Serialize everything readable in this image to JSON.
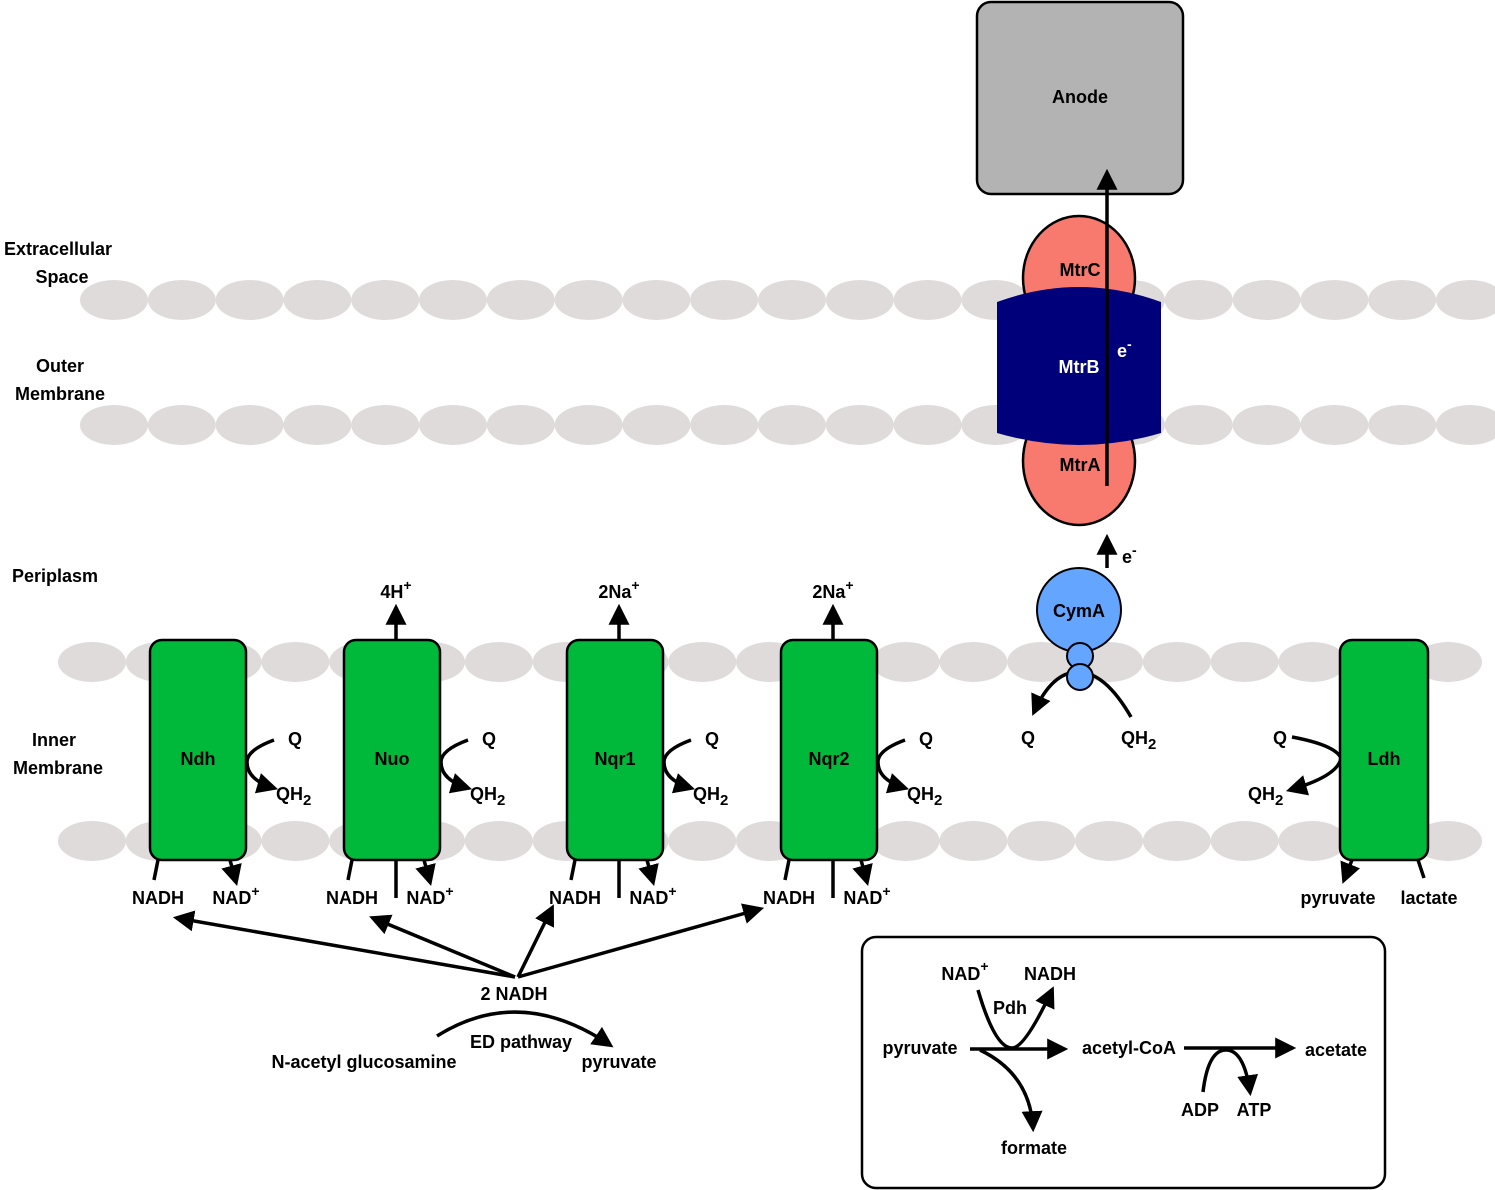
{
  "regions": {
    "extracellular_line1": "Extracellular",
    "extracellular_line2": "Space",
    "outer_line1": "Outer",
    "outer_line2": "Membrane",
    "periplasm": "Periplasm",
    "inner_line1": "Inner",
    "inner_line2": "Membrane"
  },
  "anode": "Anode",
  "mtr": {
    "c": "MtrC",
    "b": "MtrB",
    "a": "MtrA",
    "electron": "e",
    "electron_sup": "-"
  },
  "cyma": {
    "label": "CymA",
    "electron": "e",
    "electron_sup": "-",
    "q": "Q",
    "qh2": "QH",
    "qh2_sub": "2"
  },
  "complexes": [
    {
      "label": "Ndh",
      "q": "Q",
      "qh2": "QH",
      "sub": "2",
      "nadh": "NADH",
      "nad": "NAD",
      "nad_sup": "+"
    },
    {
      "label": "Nuo",
      "q": "Q",
      "qh2": "QH",
      "sub": "2",
      "nadh": "NADH",
      "nad": "NAD",
      "nad_sup": "+",
      "ion": "4H",
      "ion_sup": "+"
    },
    {
      "label": "Nqr1",
      "q": "Q",
      "qh2": "QH",
      "sub": "2",
      "nadh": "NADH",
      "nad": "NAD",
      "nad_sup": "+",
      "ion": "2Na",
      "ion_sup": "+"
    },
    {
      "label": "Nqr2",
      "q": "Q",
      "qh2": "QH",
      "sub": "2",
      "nadh": "NADH",
      "nad": "NAD",
      "nad_sup": "+",
      "ion": "2Na",
      "ion_sup": "+"
    }
  ],
  "ldh": {
    "label": "Ldh",
    "q": "Q",
    "qh2": "QH",
    "sub": "2",
    "pyruvate": "pyruvate",
    "lactate": "lactate"
  },
  "metabolism": {
    "nadh2": "2 NADH",
    "pathway": "ED pathway",
    "substrate": "N-acetyl glucosamine",
    "product": "pyruvate"
  },
  "inset": {
    "nad": "NAD",
    "nad_sup": "+",
    "nadh": "NADH",
    "pdh": "Pdh",
    "pyruvate": "pyruvate",
    "acetyl_coa": "acetyl-CoA",
    "acetate": "acetate",
    "adp": "ADP",
    "atp": "ATP",
    "formate": "formate"
  },
  "colors": {
    "membrane_lipid": "#e0dbdb",
    "complex_green": "#00b83a",
    "mtr_salmon": "#f87a6e",
    "mtrb_navy": "#00007a",
    "cyma_blue": "#64a6ff",
    "anode_gray": "#b3b3b3"
  }
}
